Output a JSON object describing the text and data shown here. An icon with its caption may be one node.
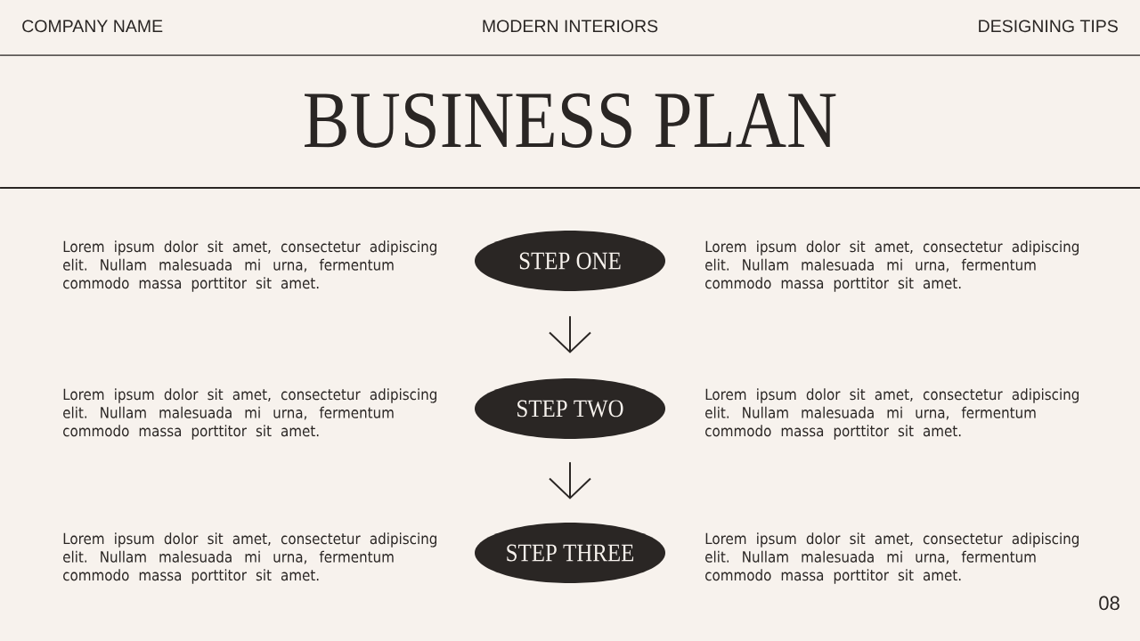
{
  "diagram": {
    "title": "BUSINESS PLAN",
    "nodes": [
      {
        "text": [
          "STEP ONE"
        ],
        "beside": [
          "Lorem ipsum dolor sit amet, consectetur adipiscing elit. Nullam malesuada mi urna, fermentum commodo massa porttitor sit amet.",
          "Lorem ipsum dolor sit amet, consectetur adipiscing elit. Nullam malesuada mi urna, fermentum commodo massa porttitor sit amet."
        ]
      },
      {
        "text": [
          "STEP TWO"
        ],
        "beside": [
          "Lorem ipsum dolor sit amet, consectetur adipiscing elit. Nullam malesuada mi urna, fermentum commodo massa porttitor sit amet.",
          "Lorem ipsum dolor sit amet, consectetur adipiscing elit. Nullam malesuada mi urna, fermentum commodo massa porttitor sit amet."
        ]
      },
      {
        "text": [
          "STEP THREE"
        ],
        "beside": [
          "Lorem ipsum dolor sit amet, consectetur adipiscing elit. Nullam malesuada mi urna, fermentum commodo massa porttitor sit amet.",
          "Lorem ipsum dolor sit amet, consectetur adipiscing elit. Nullam malesuada mi urna, fermentum commodo massa porttitor sit amet."
        ]
      }
    ],
    "edges": [
      {
        "from": 0,
        "to": 1,
        "arrow": "to"
      },
      {
        "from": 1,
        "to": 2,
        "arrow": "to"
      }
    ],
    "labels": [
      "COMPANY NAME",
      "MODERN INTERIORS",
      "DESIGNING TIPS",
      "08"
    ]
  }
}
